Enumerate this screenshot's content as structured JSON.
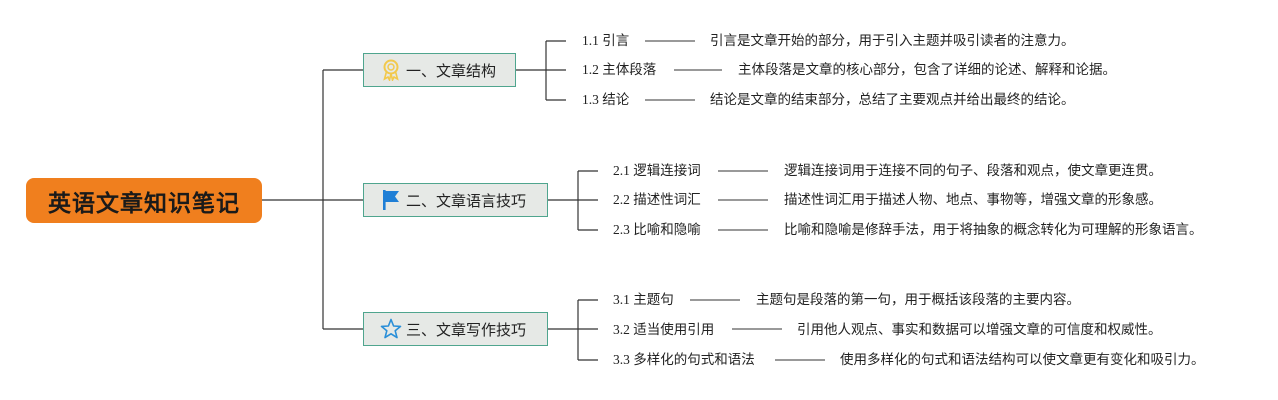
{
  "root": {
    "title": "英语文章知识笔记"
  },
  "branches": [
    {
      "label": "一、文章结构",
      "icon": "award-ribbon-icon",
      "icon_color": "#f2c94c",
      "leaves": [
        {
          "title": "1.1 引言",
          "desc": "引言是文章开始的部分，用于引入主题并吸引读者的注意力。"
        },
        {
          "title": "1.2 主体段落",
          "desc": "主体段落是文章的核心部分，包含了详细的论述、解释和论据。"
        },
        {
          "title": "1.3 结论",
          "desc": "结论是文章的结束部分，总结了主要观点并给出最终的结论。"
        }
      ]
    },
    {
      "label": "二、文章语言技巧",
      "icon": "flag-icon",
      "icon_color": "#1f7fd6",
      "leaves": [
        {
          "title": "2.1 逻辑连接词",
          "desc": "逻辑连接词用于连接不同的句子、段落和观点，使文章更连贯。"
        },
        {
          "title": "2.2 描述性词汇",
          "desc": "描述性词汇用于描述人物、地点、事物等，增强文章的形象感。"
        },
        {
          "title": "2.3 比喻和隐喻",
          "desc": "比喻和隐喻是修辞手法，用于将抽象的概念转化为可理解的形象语言。"
        }
      ]
    },
    {
      "label": "三、文章写作技巧",
      "icon": "star-outline-icon",
      "icon_color": "#2a8fd8",
      "leaves": [
        {
          "title": "3.1 主题句",
          "desc": "主题句是段落的第一句，用于概括该段落的主要内容。"
        },
        {
          "title": "3.2 适当使用引用",
          "desc": "引用他人观点、事实和数据可以增强文章的可信度和权威性。"
        },
        {
          "title": "3.3 多样化的句式和语法",
          "desc": "使用多样化的句式和语法结构可以使文章更有变化和吸引力。"
        }
      ]
    }
  ],
  "colors": {
    "root_bg": "#f07f1e",
    "branch_border": "#4fa58e",
    "branch_bg": "#e6e9e6",
    "line": "#333333"
  }
}
